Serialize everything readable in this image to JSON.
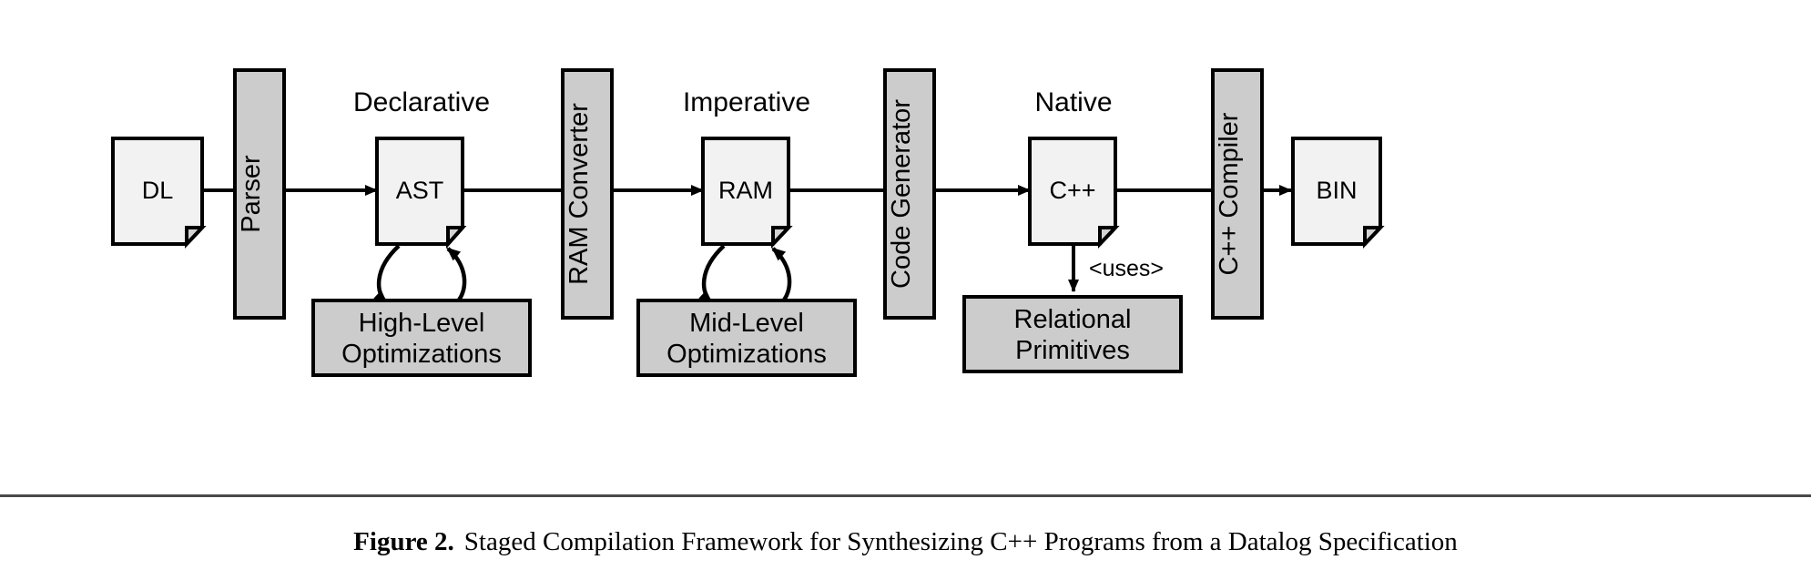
{
  "figure": {
    "caption_number": "Figure 2.",
    "caption_text": "Staged Compilation Framework for Synthesizing C++ Programs from a Datalog Specification"
  },
  "colors": {
    "document_fill": "#f2f2f2",
    "process_fill": "#cccccc",
    "optimization_fill": "#cccccc",
    "stroke": "#000000",
    "page_background": "#ffffff",
    "caption_rule": "#4a4a4a"
  },
  "stage_labels": [
    {
      "name": "declarative",
      "text": "Declarative"
    },
    {
      "name": "imperative",
      "text": "Imperative"
    },
    {
      "name": "native",
      "text": "Native"
    }
  ],
  "documents": [
    {
      "name": "dl",
      "text": "DL"
    },
    {
      "name": "ast",
      "text": "AST"
    },
    {
      "name": "ram",
      "text": "RAM"
    },
    {
      "name": "cpp",
      "text": "C++"
    },
    {
      "name": "bin",
      "text": "BIN"
    }
  ],
  "processors": [
    {
      "name": "parser",
      "text": "Parser"
    },
    {
      "name": "ram-converter",
      "text": "RAM Converter"
    },
    {
      "name": "code-generator",
      "text": "Code Generator"
    },
    {
      "name": "cpp-compiler",
      "text": "C++ Compiler"
    }
  ],
  "optimization_boxes": [
    {
      "name": "high-level-optimizations",
      "line1": "High-Level",
      "line2": "Optimizations"
    },
    {
      "name": "mid-level-optimizations",
      "line1": "Mid-Level",
      "line2": "Optimizations"
    },
    {
      "name": "relational-primitives",
      "line1": "Relational",
      "line2": "Primitives"
    }
  ],
  "edge_labels": [
    {
      "name": "uses-edge-label",
      "text": "<uses>"
    }
  ]
}
